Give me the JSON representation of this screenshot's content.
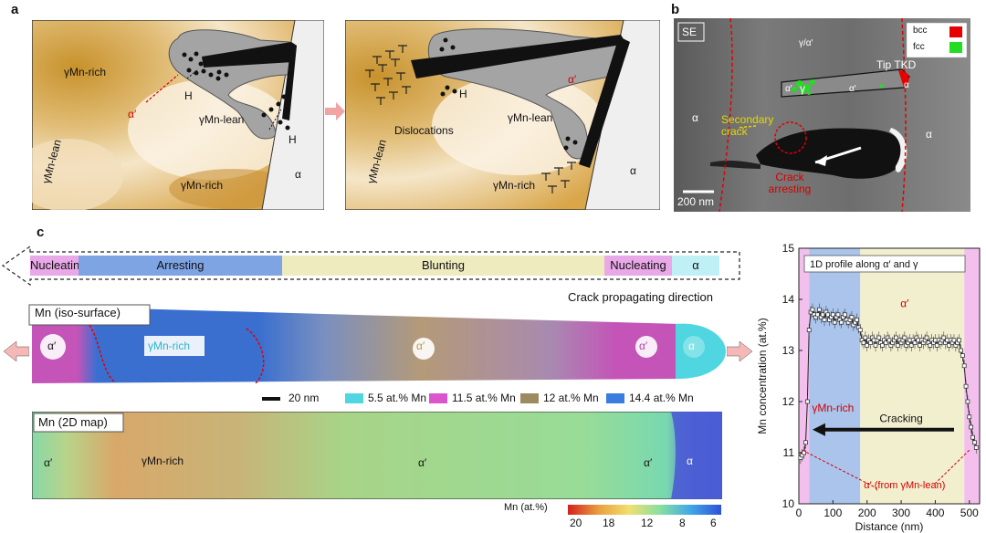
{
  "panel_a": {
    "letter": "a",
    "left": {
      "gamma_mn_rich_top": "γMn-rich",
      "gamma_mn_lean_mid": "γMn-lean",
      "gamma_mn_lean_left": "γMn-lean",
      "gamma_mn_rich_bottom": "γMn-rich",
      "alpha_prime": "α′",
      "h1": "H",
      "h2": "H",
      "alpha": "α"
    },
    "right": {
      "dislocations": "Dislocations",
      "gamma_mn_lean_mid": "γMn-lean",
      "gamma_mn_lean_left": "γMn-lean",
      "gamma_mn_rich_bottom": "γMn-rich",
      "alpha_prime": "α′",
      "h": "H",
      "alpha": "α"
    }
  },
  "panel_b": {
    "letter": "b",
    "se": "SE",
    "phase_top": "γ/α′",
    "legend_bcc": "bcc",
    "legend_fcc": "fcc",
    "bcc_color": "#e60000",
    "fcc_color": "#22dd22",
    "tip_tkd": "Tip TKD",
    "alpha_left": "α",
    "alpha_right": "α",
    "alpha_prime_in_box_left": "α′",
    "gamma_in_box": "γ",
    "alpha_prime_in_box_right": "α′",
    "alpha_tip": "α",
    "secondary_crack": "Secondary crack",
    "crack_arresting": "Crack arresting",
    "scale_bar": "200 nm"
  },
  "panel_c": {
    "letter": "c",
    "stages": [
      "Nucleating",
      "Arresting",
      "Blunting",
      "Nucleating",
      "α"
    ],
    "crack_direction": "Crack propagating direction",
    "iso_label": "Mn (iso-surface)",
    "iso_alpha_prime_left": "α′",
    "iso_gamma": "γMn-rich",
    "iso_alpha_prime_mid": "α′",
    "iso_alpha_prime_right": "α′",
    "iso_alpha": "α",
    "scale": "20 nm",
    "legend": [
      {
        "label": "5.5 at.% Mn",
        "color": "#4fd6e0"
      },
      {
        "label": "11.5 at.% Mn",
        "color": "#dd55cc"
      },
      {
        "label": "12 at.% Mn",
        "color": "#9c8a60"
      },
      {
        "label": "14.4 at.% Mn",
        "color": "#3a7de0"
      }
    ],
    "map_label": "Mn (2D map)",
    "map_alpha_prime_left": "α′",
    "map_gamma": "γMn-rich",
    "map_alpha_prime_mid": "α′",
    "map_alpha_prime_right": "α′",
    "map_alpha": "α",
    "colorbar_title": "Mn (at.%)",
    "colorbar_ticks": [
      "20",
      "18",
      "12",
      "8",
      "6"
    ]
  },
  "chart_data": {
    "type": "line",
    "title": "1D profile along α′ and γ",
    "xlabel": "Distance (nm)",
    "ylabel": "Mn concentration (at.%)",
    "xlim": [
      0,
      530
    ],
    "ylim": [
      10,
      15
    ],
    "xticks": [
      0,
      100,
      200,
      300,
      400,
      500
    ],
    "yticks": [
      10,
      11,
      12,
      13,
      14,
      15
    ],
    "annotations": {
      "alpha_prime": "α′",
      "gamma_mn_rich": "γMn-rich",
      "cracking": "Cracking",
      "alpha_from": "α′ (from γMn-lean)"
    },
    "regions": [
      {
        "from": 0,
        "to": 30,
        "color": "#f3c0ee"
      },
      {
        "from": 30,
        "to": 180,
        "color": "#aac4ec"
      },
      {
        "from": 180,
        "to": 485,
        "color": "#f2efcf"
      },
      {
        "from": 485,
        "to": 530,
        "color": "#f3c0ee"
      }
    ],
    "series": [
      {
        "x": [
          5,
          10,
          15,
          20,
          25,
          30,
          35,
          40,
          45,
          50,
          55,
          60,
          65,
          70,
          75,
          80,
          85,
          90,
          95,
          100,
          105,
          110,
          115,
          120,
          125,
          130,
          135,
          140,
          145,
          150,
          155,
          160,
          165,
          170,
          175,
          180,
          185,
          190,
          195,
          200,
          205,
          210,
          215,
          220,
          225,
          230,
          235,
          240,
          245,
          250,
          255,
          260,
          265,
          270,
          275,
          280,
          285,
          290,
          295,
          300,
          305,
          310,
          315,
          320,
          325,
          330,
          335,
          340,
          345,
          350,
          355,
          360,
          365,
          370,
          375,
          380,
          385,
          390,
          395,
          400,
          405,
          410,
          415,
          420,
          425,
          430,
          435,
          440,
          445,
          450,
          455,
          460,
          465,
          470,
          475,
          480,
          485,
          490,
          495,
          500,
          505,
          510,
          515,
          520
        ],
        "values": [
          10.9,
          10.95,
          11.0,
          11.2,
          12.0,
          13.4,
          13.75,
          13.8,
          13.7,
          13.65,
          13.7,
          13.8,
          13.65,
          13.7,
          13.6,
          13.75,
          13.7,
          13.6,
          13.65,
          13.7,
          13.55,
          13.65,
          13.7,
          13.6,
          13.55,
          13.65,
          13.7,
          13.6,
          13.55,
          13.6,
          13.65,
          13.5,
          13.55,
          13.6,
          13.45,
          13.4,
          13.2,
          13.15,
          13.25,
          13.1,
          13.2,
          13.15,
          13.25,
          13.2,
          13.1,
          13.2,
          13.25,
          13.15,
          13.1,
          13.2,
          13.15,
          13.25,
          13.2,
          13.1,
          13.15,
          13.2,
          13.25,
          13.1,
          13.2,
          13.15,
          13.2,
          13.25,
          13.1,
          13.15,
          13.2,
          13.1,
          13.2,
          13.15,
          13.25,
          13.2,
          13.1,
          13.2,
          13.15,
          13.2,
          13.25,
          13.15,
          13.1,
          13.2,
          13.15,
          13.2,
          13.1,
          13.2,
          13.15,
          13.2,
          13.25,
          13.15,
          13.2,
          13.1,
          13.2,
          13.15,
          13.2,
          13.1,
          13.15,
          13.2,
          13.0,
          12.9,
          12.7,
          12.3,
          12.0,
          11.7,
          11.5,
          11.3,
          11.2,
          11.1
        ]
      }
    ]
  }
}
